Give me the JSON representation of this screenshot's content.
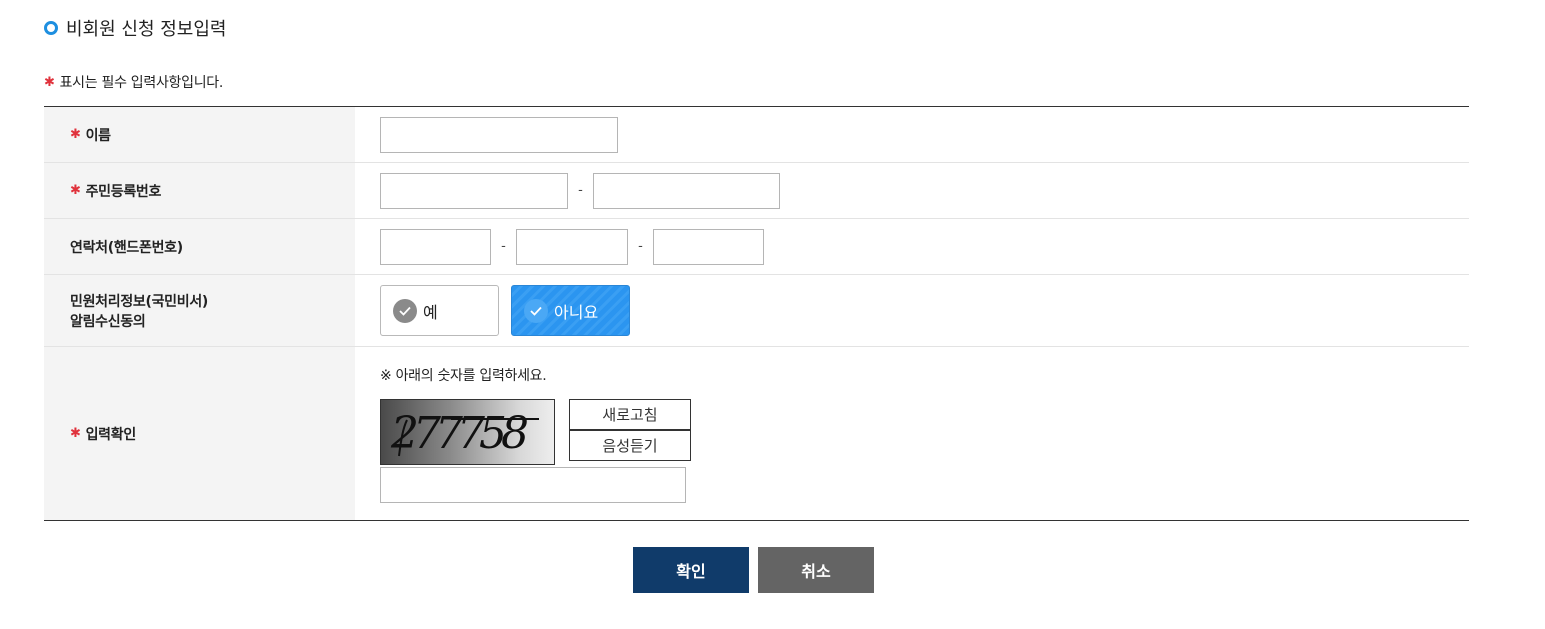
{
  "section": {
    "title": "비회원 신청 정보입력"
  },
  "required_note": {
    "mark": "✱",
    "text": "표시는 필수 입력사항입니다."
  },
  "form": {
    "name": {
      "label": "이름",
      "value": ""
    },
    "rrn": {
      "label": "주민등록번호",
      "separator": "-",
      "first": "",
      "second": ""
    },
    "phone": {
      "label": "연락처(핸드폰번호)",
      "separator": "-",
      "part1": "",
      "part2": "",
      "part3": ""
    },
    "notify": {
      "label_line1": "민원처리정보(국민비서)",
      "label_line2": "알림수신동의",
      "options": [
        {
          "label": "예",
          "selected": false
        },
        {
          "label": "아니요",
          "selected": true
        }
      ]
    },
    "captcha": {
      "label": "입력확인",
      "instruction": "※ 아래의 숫자를 입력하세요.",
      "code": "277758",
      "refresh_label": "새로고침",
      "audio_label": "음성듣기",
      "value": ""
    }
  },
  "actions": {
    "confirm_label": "확인",
    "cancel_label": "취소"
  },
  "colors": {
    "accent": "#2b95f0",
    "required": "#e0323c",
    "confirm": "#103b6a",
    "cancel": "#646464"
  }
}
